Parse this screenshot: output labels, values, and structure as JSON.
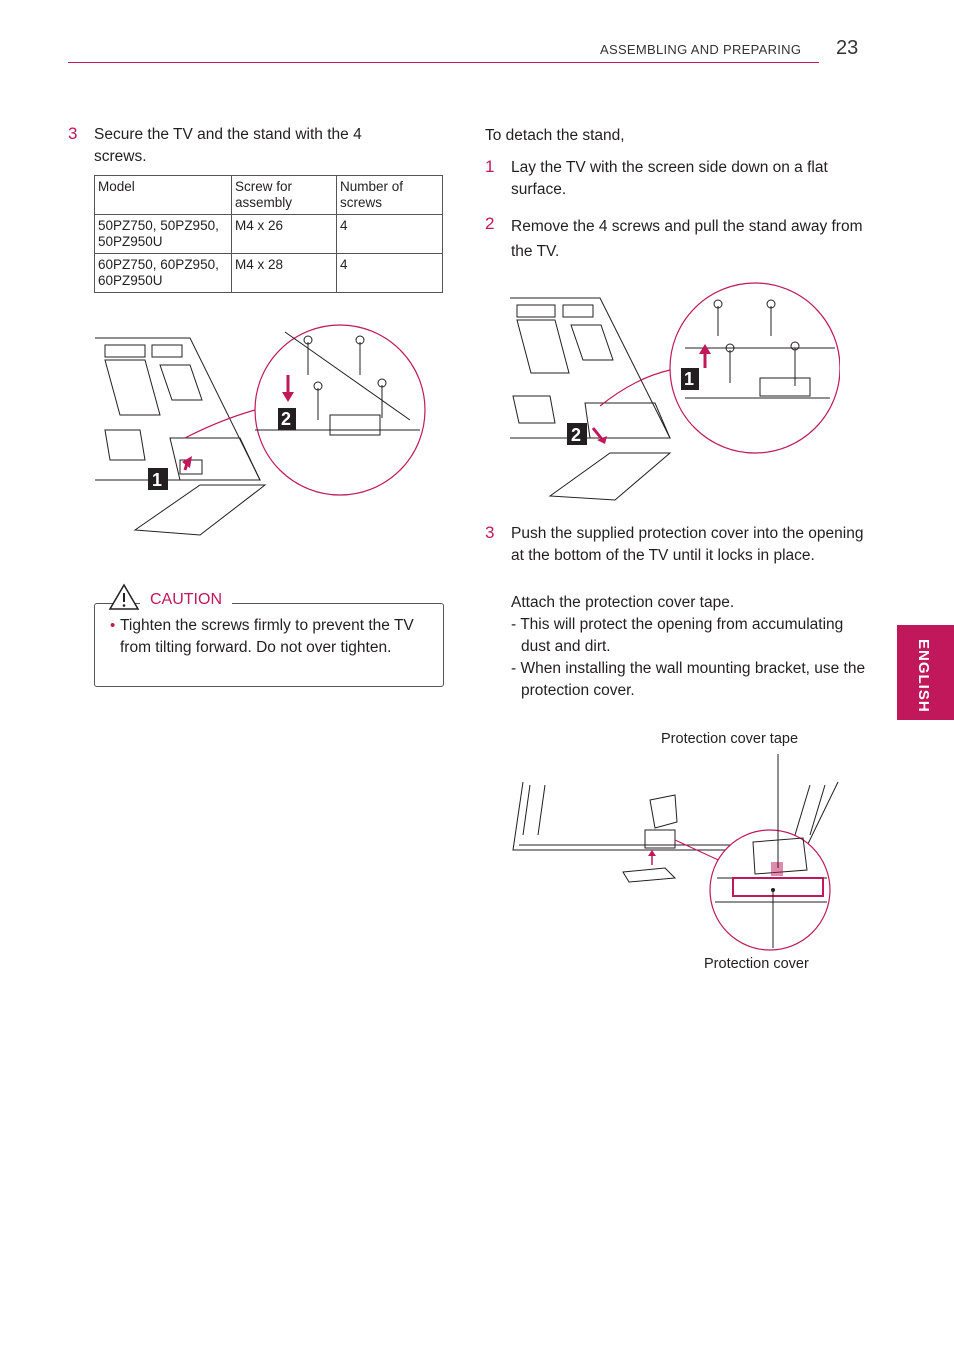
{
  "header": {
    "section_title": "ASSEMBLING AND PREPARING",
    "page_number": "23"
  },
  "side_tab": {
    "label": "ENGLISH"
  },
  "left": {
    "step3": {
      "number": "3",
      "text": "Secure the TV and the stand with the 4 screws."
    },
    "table": {
      "headers": [
        "Model",
        "Screw for assembly",
        "Number of screws"
      ],
      "rows": [
        [
          "50PZ750, 50PZ950, 50PZ950U",
          "M4 x 26",
          "4"
        ],
        [
          "60PZ750, 60PZ950, 60PZ950U",
          "M4 x 28",
          "4"
        ]
      ]
    },
    "figure1": {
      "marker1": "1",
      "marker2": "2"
    },
    "caution": {
      "title": "CAUTION",
      "bullet": "•",
      "text": "Tighten the screws firmly to prevent the TV from tilting forward. Do not over tighten."
    }
  },
  "right": {
    "intro": "To detach the stand,",
    "step1": {
      "number": "1",
      "text": "Lay the TV with the screen side down on a flat surface."
    },
    "step2": {
      "number": "2",
      "text": "Remove the 4 screws and pull the stand away from the TV."
    },
    "figure2": {
      "marker1": "1",
      "marker2": "2"
    },
    "step3": {
      "number": "3",
      "text": "Push the supplied protection cover into the opening at the bottom of the TV until it locks in place.",
      "note": "Attach the protection cover tape.",
      "sub1": "- This will protect the opening from accumulating dust and dirt.",
      "sub2": "- When installing the wall mounting bracket, use the protection cover."
    },
    "figure3": {
      "label_top": "Protection cover tape",
      "label_bottom": "Protection cover"
    }
  },
  "colors": {
    "accent": "#c0185a",
    "text": "#231f20"
  }
}
